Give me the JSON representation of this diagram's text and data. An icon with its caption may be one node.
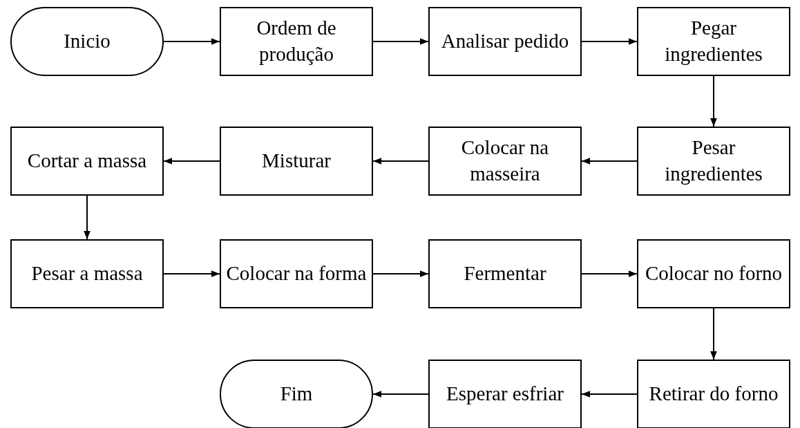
{
  "diagram": {
    "nodes": [
      {
        "text": [
          "Inicio"
        ]
      },
      {
        "text": [
          "Ordem de produção"
        ]
      },
      {
        "text": [
          "Analisar pedido"
        ]
      },
      {
        "text": [
          "Pegar ingredientes"
        ]
      },
      {
        "text": [
          "Cortar a massa"
        ]
      },
      {
        "text": [
          "Misturar"
        ]
      },
      {
        "text": [
          "Colocar na masseira"
        ]
      },
      {
        "text": [
          "Pesar ingredientes"
        ]
      },
      {
        "text": [
          "Pesar a massa"
        ]
      },
      {
        "text": [
          "Colocar na forma"
        ]
      },
      {
        "text": [
          "Fermentar"
        ]
      },
      {
        "text": [
          "Colocar no forno"
        ]
      },
      {
        "text": [
          "Fim"
        ]
      },
      {
        "text": [
          "Esperar esfriar"
        ]
      },
      {
        "text": [
          "Retirar do forno"
        ]
      }
    ],
    "edges": [
      {
        "from": 0,
        "to": 1,
        "arrow": "to"
      },
      {
        "from": 1,
        "to": 2,
        "arrow": "to"
      },
      {
        "from": 2,
        "to": 3,
        "arrow": "to"
      },
      {
        "from": 3,
        "to": 7,
        "arrow": "to"
      },
      {
        "from": 7,
        "to": 6,
        "arrow": "to"
      },
      {
        "from": 6,
        "to": 5,
        "arrow": "to"
      },
      {
        "from": 5,
        "to": 4,
        "arrow": "to"
      },
      {
        "from": 4,
        "to": 8,
        "arrow": "to"
      },
      {
        "from": 8,
        "to": 9,
        "arrow": "to"
      },
      {
        "from": 9,
        "to": 10,
        "arrow": "to"
      },
      {
        "from": 10,
        "to": 11,
        "arrow": "to"
      },
      {
        "from": 11,
        "to": 14,
        "arrow": "to"
      },
      {
        "from": 14,
        "to": 13,
        "arrow": "to"
      },
      {
        "from": 13,
        "to": 12,
        "arrow": "to"
      }
    ]
  }
}
